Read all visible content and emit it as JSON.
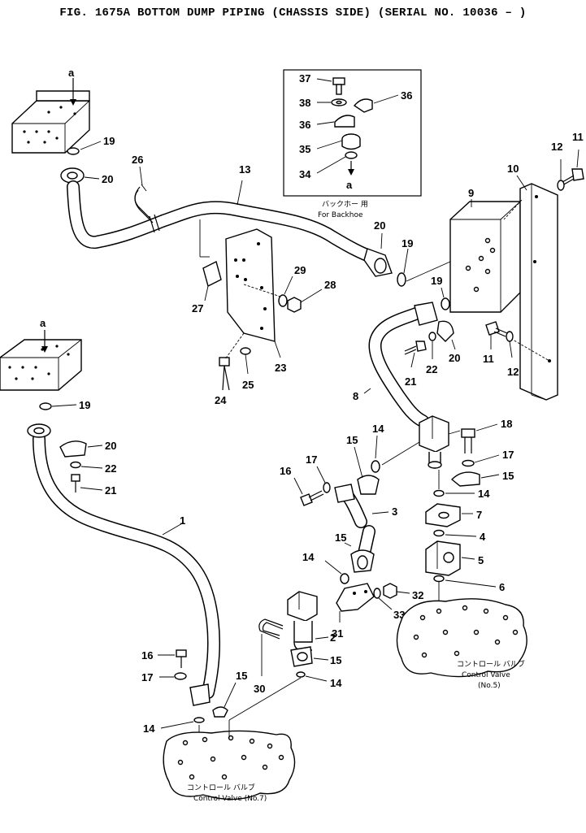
{
  "title": "FIG. 1675A  BOTTOM DUMP PIPING (CHASSIS SIDE) (SERIAL NO. 10036 – )",
  "inset": {
    "caption_jp": "バックホー 用",
    "caption_en": "For Backhoe",
    "letter": "a"
  },
  "letters": {
    "a": "a"
  },
  "valve_left": {
    "jp": "コントロール バルブ",
    "en": "Control Valve  (No.7)"
  },
  "valve_right": {
    "jp": "コントロール バルブ",
    "en": "Control Valve",
    "no": "(No.5)"
  },
  "callouts": [
    "1",
    "2",
    "3",
    "4",
    "5",
    "6",
    "7",
    "8",
    "9",
    "10",
    "11",
    "12",
    "13",
    "14",
    "15",
    "16",
    "17",
    "18",
    "19",
    "20",
    "21",
    "22",
    "23",
    "24",
    "25",
    "26",
    "27",
    "28",
    "29",
    "30",
    "31",
    "32",
    "33",
    "34",
    "35",
    "36",
    "37",
    "38"
  ],
  "labels": {
    "n37": "37",
    "n38": "38",
    "n36a": "36",
    "n36b": "36",
    "n35": "35",
    "n34": "34",
    "n11a": "11",
    "n12a": "12",
    "n10": "10",
    "n9": "9",
    "n13": "13",
    "n26": "26",
    "n19a": "19",
    "n20a": "20",
    "n20b": "20",
    "n19b": "19",
    "n19c": "19",
    "n29": "29",
    "n28": "28",
    "n27": "27",
    "n23": "23",
    "n25": "25",
    "n24": "24",
    "n11b": "11",
    "n12b": "12",
    "n20c": "20",
    "n21a": "21",
    "n22a": "22",
    "n8": "8",
    "n19d": "19",
    "n20d": "20",
    "n22b": "22",
    "n21b": "21",
    "n1": "1",
    "n18": "18",
    "n17a": "17",
    "n15a": "15",
    "n14a": "14",
    "n7": "7",
    "n4": "4",
    "n5": "5",
    "n6": "6",
    "n14b": "14",
    "n15b": "15",
    "n17b": "17",
    "n16a": "16",
    "n3": "3",
    "n15c": "15",
    "n14c": "14",
    "n32": "32",
    "n33": "33",
    "n31": "31",
    "n2": "2",
    "n15d": "15",
    "n30": "30",
    "n14d": "14",
    "n16b": "16",
    "n17c": "17",
    "n15e": "15",
    "n14e": "14"
  }
}
